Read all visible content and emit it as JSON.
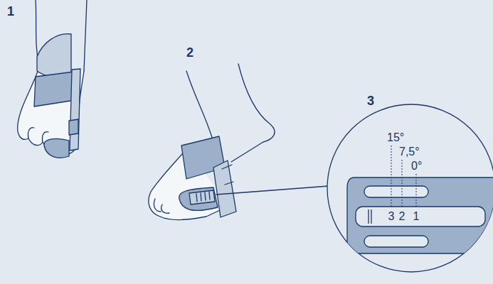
{
  "diagram": {
    "nodes": [
      {
        "text": [
          "15°",
          "7,5°",
          "0°",
          "3",
          "2",
          "1"
        ]
      }
    ],
    "labels": [
      "1",
      "2",
      "3"
    ]
  }
}
